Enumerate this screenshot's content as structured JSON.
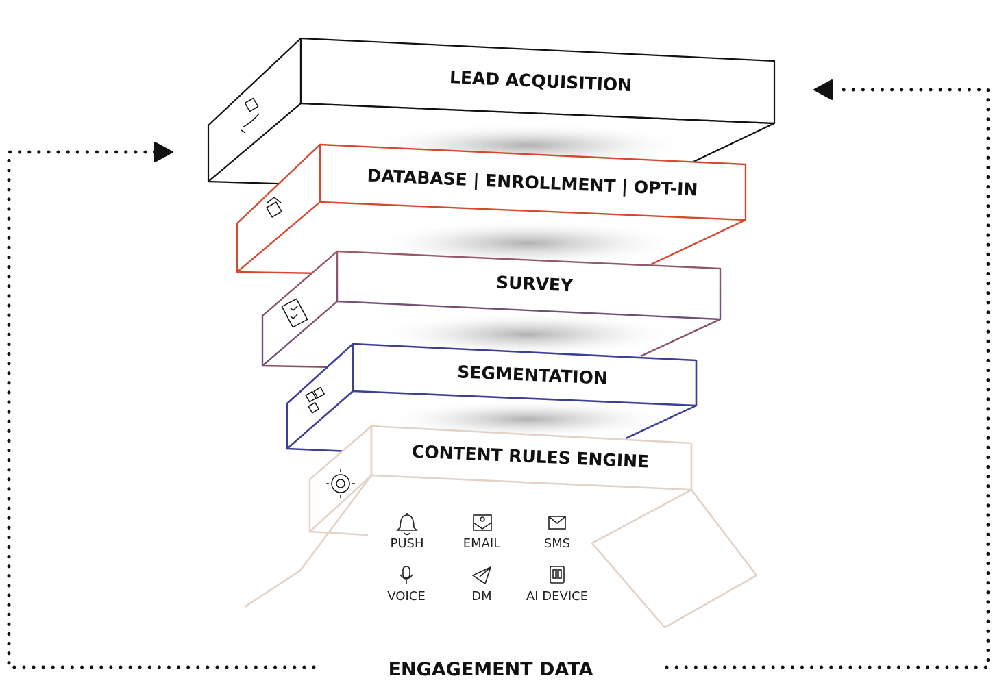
{
  "layers": [
    {
      "title": "LEAD ACQUISITION",
      "icon": "hand-holding-box-icon",
      "color": "#111111"
    },
    {
      "title": "DATABASE | ENROLLMENT | OPT-IN",
      "icon": "open-box-icon",
      "color": "#D5492F"
    },
    {
      "title": "SURVEY",
      "icon": "checklist-box-icon",
      "color": "#8A4F68"
    },
    {
      "title": "SEGMENTATION",
      "icon": "stacked-boxes-icon",
      "color": "#3D3F96"
    },
    {
      "title": "CONTENT RULES ENGINE",
      "icon": "gear-box-icon",
      "color": "#E2D3C6"
    }
  ],
  "channels": [
    {
      "label": "PUSH",
      "icon": "bell-icon"
    },
    {
      "label": "EMAIL",
      "icon": "envelope-at-icon"
    },
    {
      "label": "SMS",
      "icon": "envelope-icon"
    },
    {
      "label": "VOICE",
      "icon": "microphone-icon"
    },
    {
      "label": "DM",
      "icon": "paper-plane-icon"
    },
    {
      "label": "AI DEVICE",
      "icon": "smart-device-icon"
    }
  ],
  "footer": {
    "label": "ENGAGEMENT DATA"
  },
  "colors": {
    "loop_dots": "#111111"
  }
}
